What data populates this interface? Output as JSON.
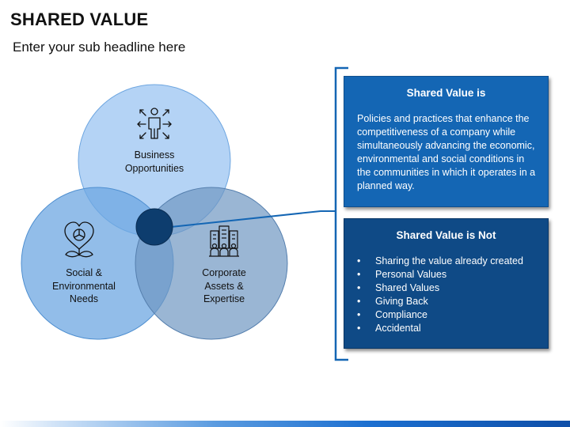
{
  "header": {
    "title": "SHARED VALUE",
    "subtitle": "Enter your sub headline here"
  },
  "venn": {
    "circles": [
      {
        "label_lines": [
          "Business",
          "Opportunities"
        ],
        "icon": "person-arrows-icon",
        "color": "#a9cdf5"
      },
      {
        "label_lines": [
          "Social &",
          "Environmental",
          "Needs"
        ],
        "icon": "heart-sprout-icon",
        "color": "#86b5e6"
      },
      {
        "label_lines": [
          "Corporate",
          "Assets &",
          "Expertise"
        ],
        "icon": "buildings-people-icon",
        "color": "#8fb2d8"
      }
    ],
    "center_color": "#0d3d6e"
  },
  "box_is": {
    "title": "Shared Value is",
    "text": "Policies and practices that enhance the competitiveness of a company while simultaneously advancing the economic, environmental and social conditions in the communities in which it operates in a planned way."
  },
  "box_not": {
    "title": "Shared Value is Not",
    "bullet": "•",
    "items": [
      "Sharing the value already created",
      "Personal Values",
      "Shared Values",
      "Giving Back",
      "Compliance",
      "Accidental"
    ]
  },
  "colors": {
    "box_is_bg": "#1466b4",
    "box_not_bg": "#0f4a86",
    "bracket": "#1466b4"
  }
}
